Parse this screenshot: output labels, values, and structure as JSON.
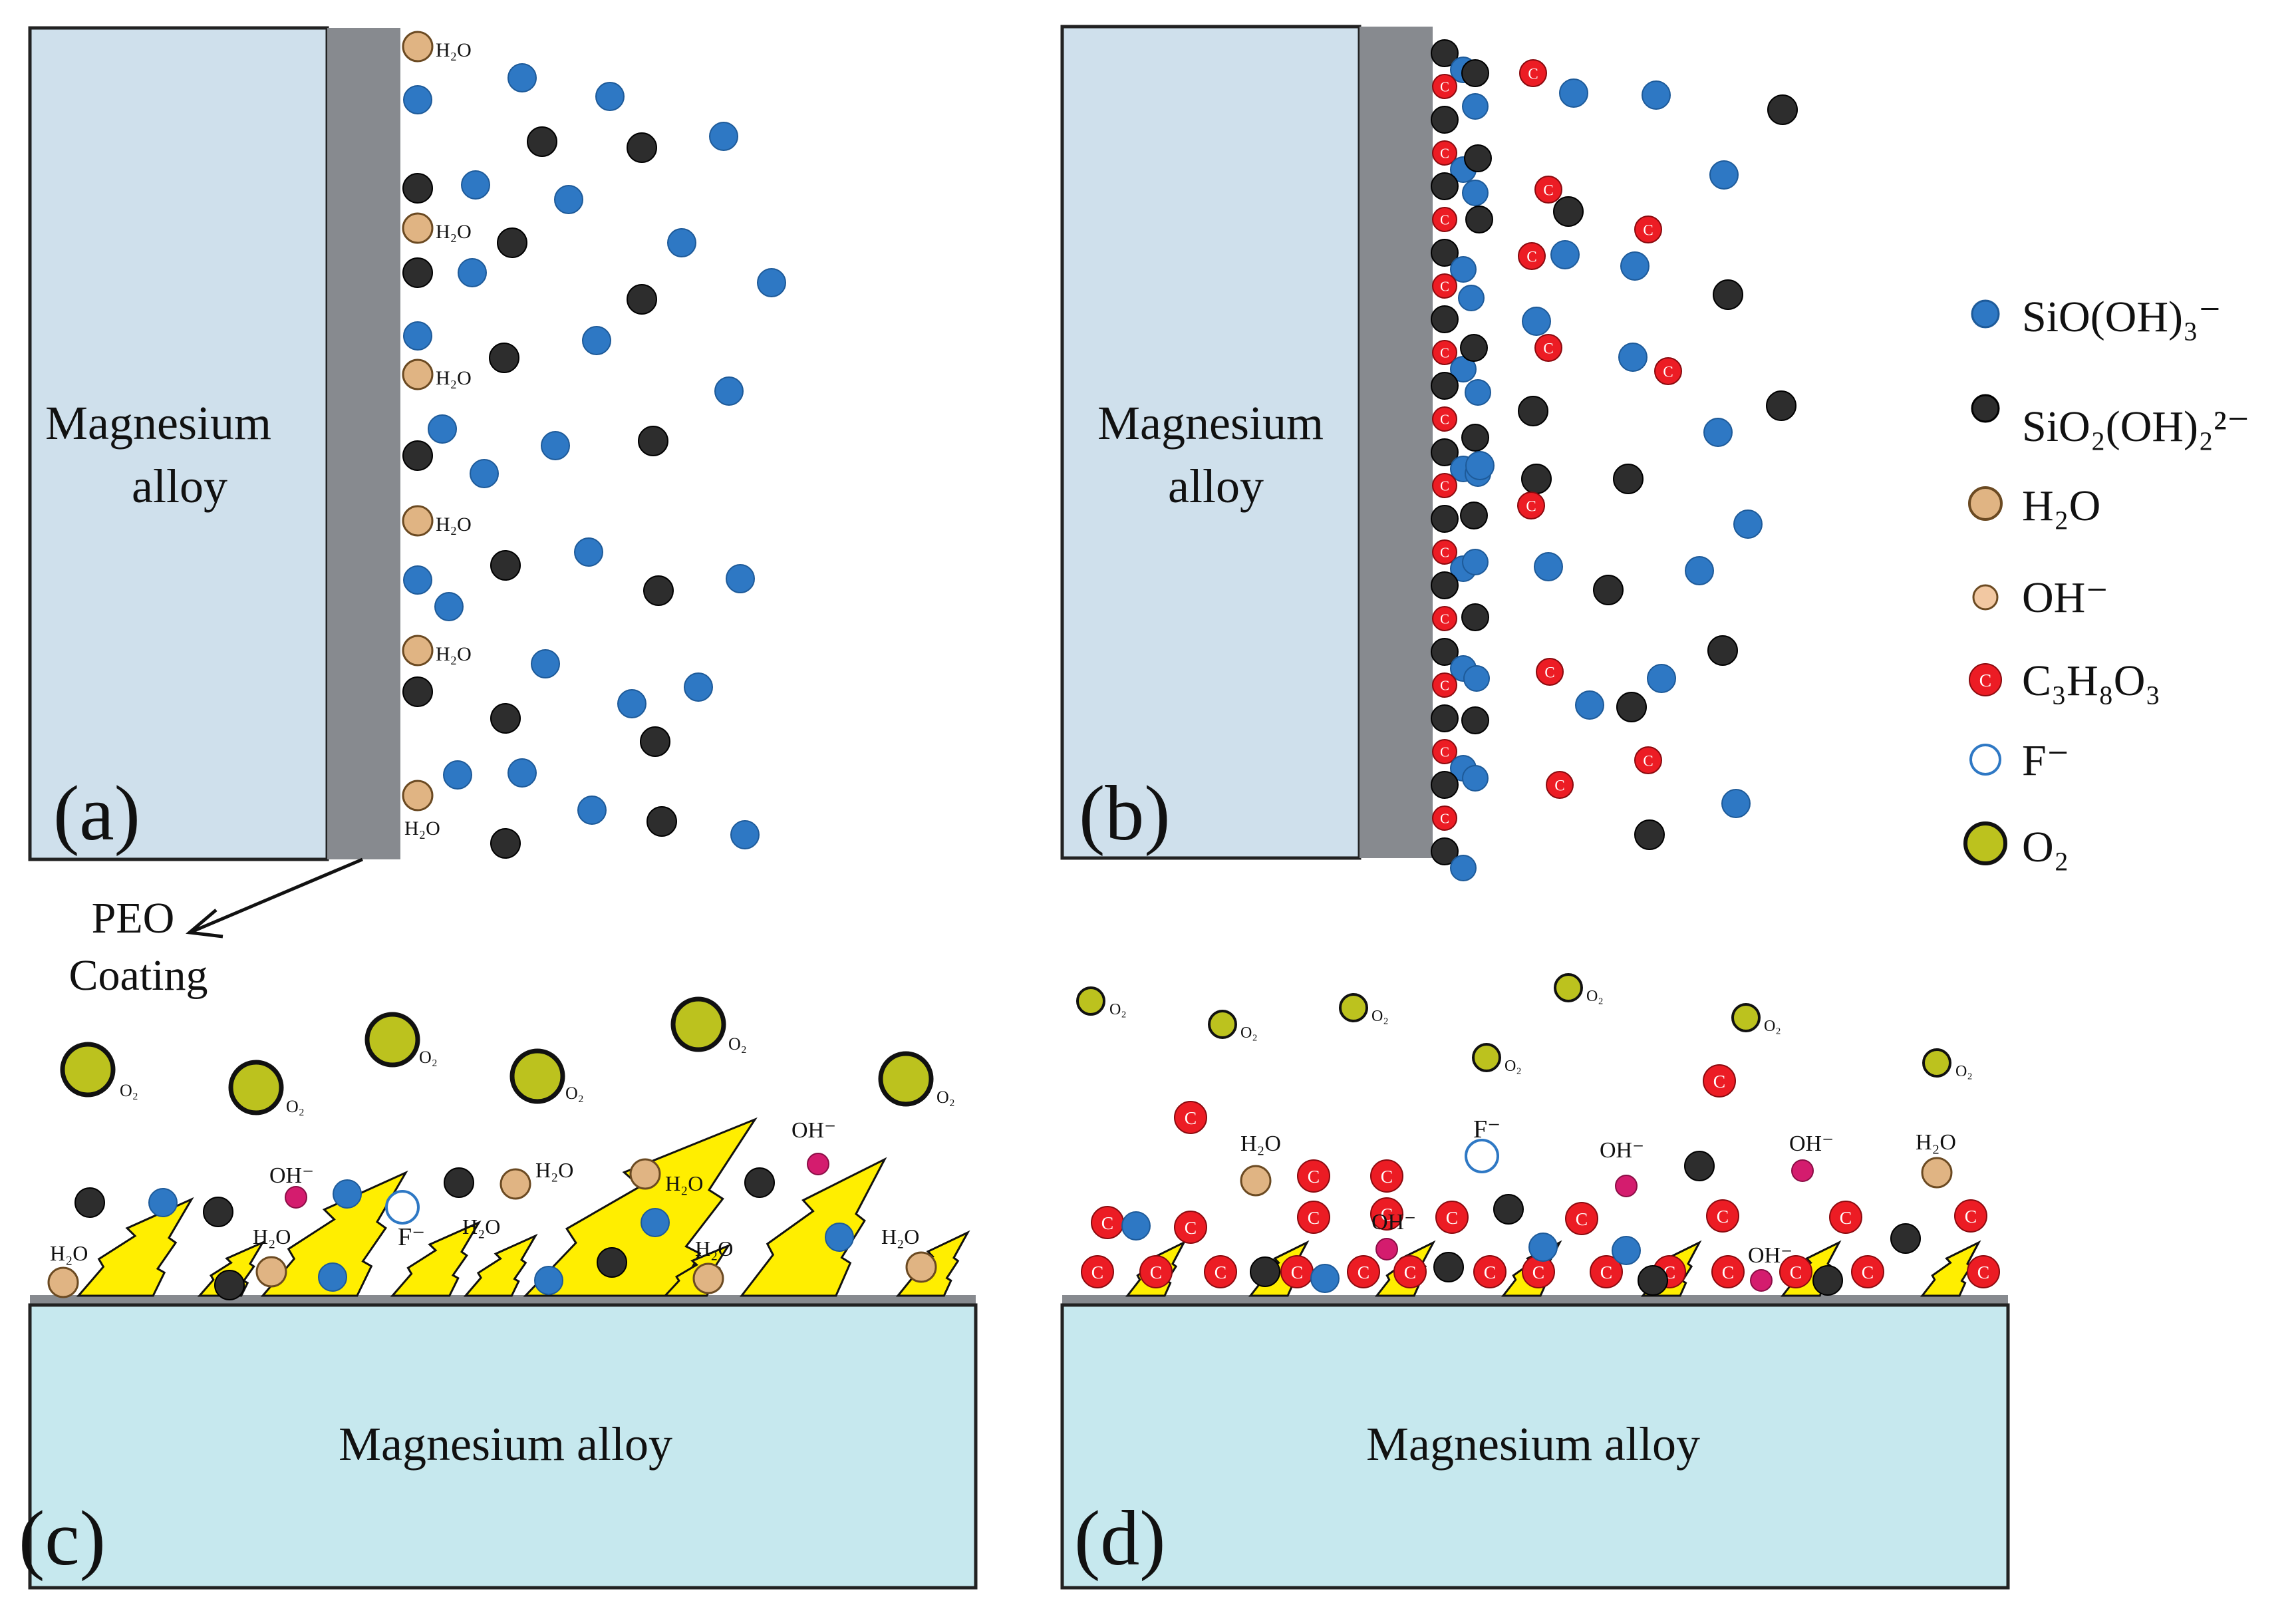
{
  "panels": {
    "a": {
      "label": "(a)",
      "substrate": [
        "Magnesium",
        "alloy"
      ],
      "coating_callout": [
        "PEO",
        "Coating"
      ]
    },
    "b": {
      "label": "(b)",
      "substrate": [
        "Magnesium",
        "alloy"
      ]
    },
    "c": {
      "label": "(c)",
      "substrate": "Magnesium  alloy"
    },
    "d": {
      "label": "(d)",
      "substrate": "Magnesium  alloy"
    }
  },
  "legend": [
    {
      "key": "sioh3",
      "label": "SiO(OH)₃⁻",
      "color": "#2e78c4"
    },
    {
      "key": "sio2oh2",
      "label": "SiO₂(OH)₂²⁻",
      "color": "#2d2d2d"
    },
    {
      "key": "h2o",
      "label": "H₂O",
      "color": "#e0b483"
    },
    {
      "key": "oh",
      "label": "OH⁻",
      "color": "#f2c8a2"
    },
    {
      "key": "glycerol",
      "label": "C₃H₈O₃",
      "color": "#ec1c24",
      "letter": "C"
    },
    {
      "key": "fluoride",
      "label": "F⁻",
      "color": "#ffffff",
      "stroke": "#2e78c4"
    },
    {
      "key": "oxygen",
      "label": "O₂",
      "color": "#bcc21e"
    }
  ],
  "species_text": {
    "h2o": "H₂O",
    "oh": "OH⁻",
    "f": "F⁻",
    "o2": "O₂",
    "c": "C"
  },
  "colors": {
    "alloy_fill": "#cfe0ec",
    "alloy_fill_bottom": "#c6e8ee",
    "coating": "#878a8f",
    "spark": "#ffee00",
    "oh_pink": "#d41c6e"
  }
}
